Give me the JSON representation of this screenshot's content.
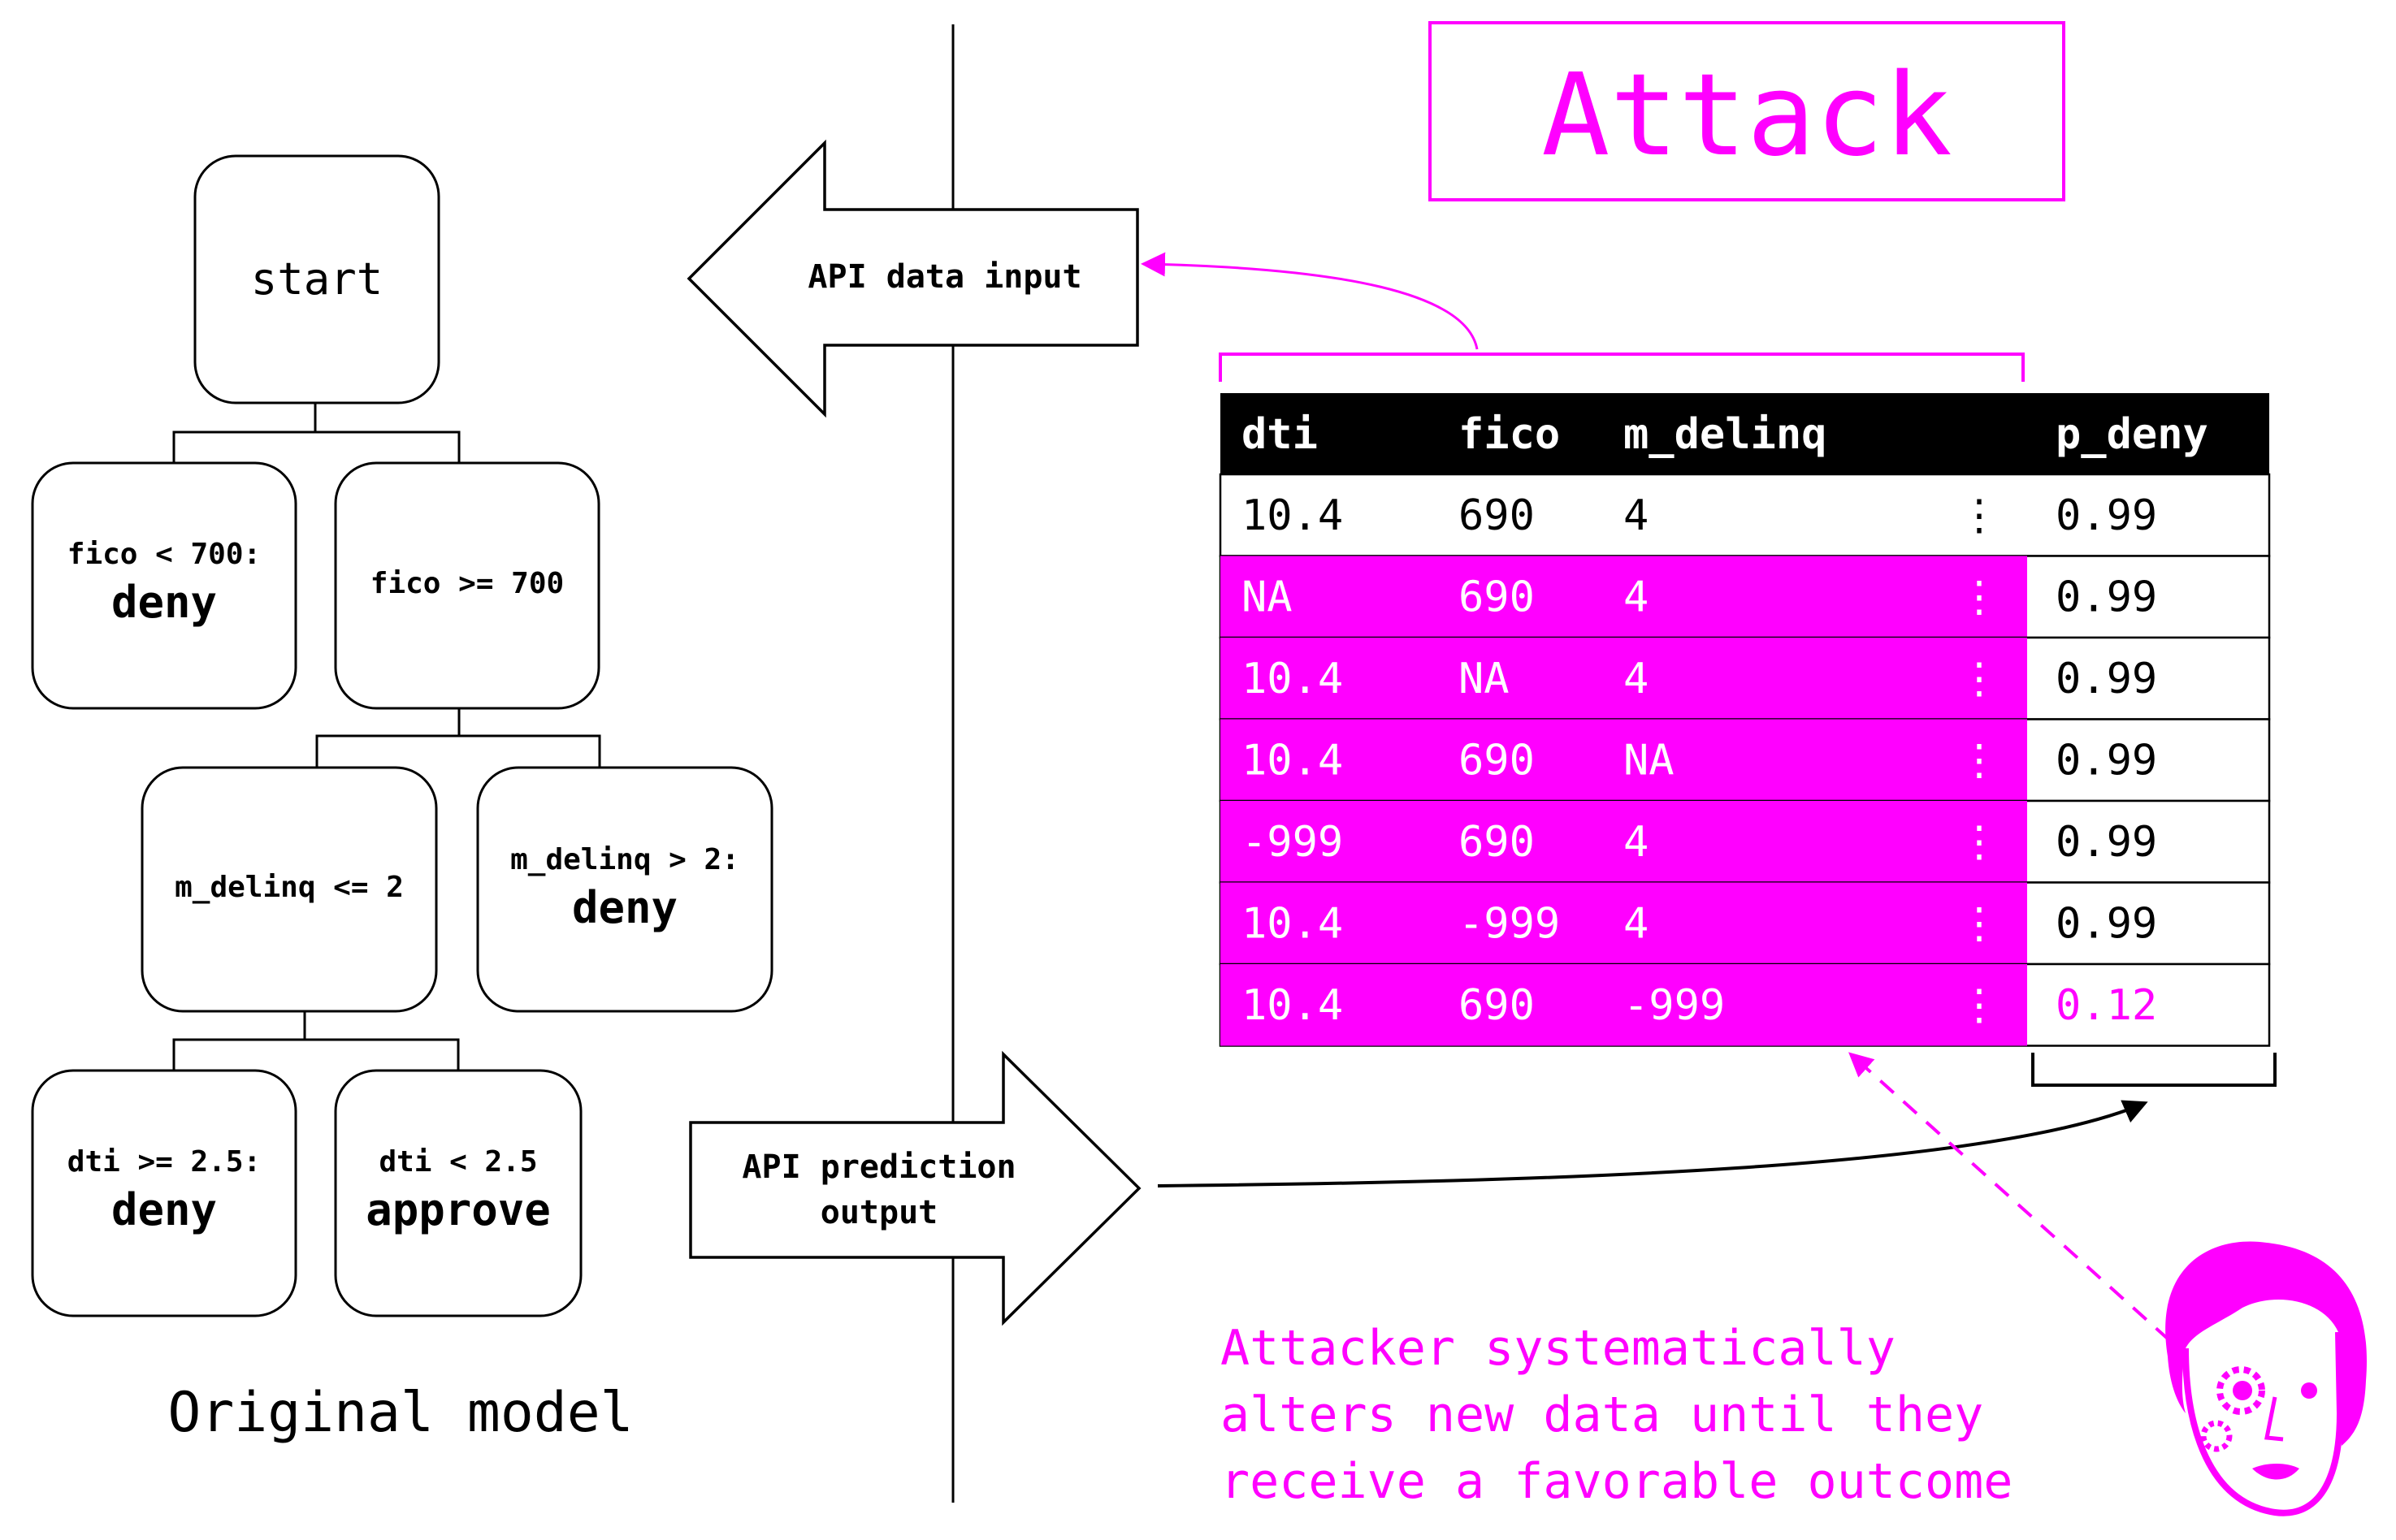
{
  "colors": {
    "accent": "#ff00ff",
    "ink": "#000000",
    "header_bg": "#000000",
    "header_text": "#ffffff",
    "paper": "#ffffff"
  },
  "attack_title": "Attack",
  "original_model_caption": "Original model",
  "tree": {
    "start": "start",
    "fico_lt": {
      "condition": "fico < 700:",
      "outcome": "deny"
    },
    "fico_ge": {
      "condition": "fico >= 700"
    },
    "mdel_le": {
      "condition": "m_delinq <= 2"
    },
    "mdel_gt": {
      "condition": "m_delinq > 2:",
      "outcome": "deny"
    },
    "dti_ge": {
      "condition": "dti >= 2.5:",
      "outcome": "deny"
    },
    "dti_lt": {
      "condition": "dti < 2.5",
      "outcome": "approve"
    }
  },
  "arrows": {
    "input_label": "API data input",
    "output_label_line1": "API prediction",
    "output_label_line2": "output"
  },
  "table": {
    "columns": [
      "dti",
      "fico",
      "m_delinq",
      "",
      "p_deny"
    ],
    "ellipsis": "⋮",
    "rows": [
      {
        "cells": [
          "10.4",
          "690",
          "4"
        ],
        "p_deny": "0.99",
        "altered": false,
        "favorable": false
      },
      {
        "cells": [
          "NA",
          "690",
          "4"
        ],
        "p_deny": "0.99",
        "altered": true,
        "favorable": false
      },
      {
        "cells": [
          "10.4",
          "NA",
          "4"
        ],
        "p_deny": "0.99",
        "altered": true,
        "favorable": false
      },
      {
        "cells": [
          "10.4",
          "690",
          "NA"
        ],
        "p_deny": "0.99",
        "altered": true,
        "favorable": false
      },
      {
        "cells": [
          "-999",
          "690",
          "4"
        ],
        "p_deny": "0.99",
        "altered": true,
        "favorable": false
      },
      {
        "cells": [
          "10.4",
          "-999",
          "4"
        ],
        "p_deny": "0.99",
        "altered": true,
        "favorable": false
      },
      {
        "cells": [
          "10.4",
          "690",
          "-999"
        ],
        "p_deny": "0.12",
        "altered": true,
        "favorable": true
      }
    ]
  },
  "attacker_caption": [
    "Attacker systematically",
    "alters new data until they",
    "receive a favorable outcome"
  ],
  "icons": {
    "attacker": "attacker-face-icon"
  }
}
